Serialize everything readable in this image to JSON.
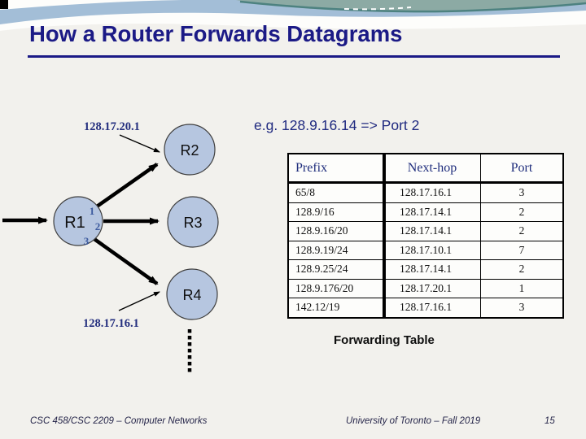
{
  "slide": {
    "title": "How a Router Forwards Datagrams",
    "example_text": "e.g. 128.9.16.14 => Port 2",
    "table_caption": "Forwarding Table"
  },
  "diagram": {
    "routers": {
      "r1": "R1",
      "r2": "R2",
      "r3": "R3",
      "r4": "R4"
    },
    "port_numbers": {
      "p1": "1",
      "p2": "2",
      "p3": "3"
    },
    "ip_label_top": "128.17.20.1",
    "ip_label_bottom": "128.17.16.1"
  },
  "forwarding_table": {
    "headers": [
      "Prefix",
      "Next-hop",
      "Port"
    ],
    "rows": [
      [
        "65/8",
        "128.17.16.1",
        "3"
      ],
      [
        "128.9/16",
        "128.17.14.1",
        "2"
      ],
      [
        "128.9.16/20",
        "128.17.14.1",
        "2"
      ],
      [
        "128.9.19/24",
        "128.17.10.1",
        "7"
      ],
      [
        "128.9.25/24",
        "128.17.14.1",
        "2"
      ],
      [
        "128.9.176/20",
        "128.17.20.1",
        "1"
      ],
      [
        "142.12/19",
        "128.17.16.1",
        "3"
      ]
    ]
  },
  "footer": {
    "left": "CSC 458/CSC 2209 – Computer Networks",
    "center": "University of Toronto – Fall 2019",
    "page_number": "15"
  },
  "colors": {
    "title_navy": "#1b1a86",
    "header_navy": "#1f2d7c",
    "port_blue": "#3c5a9e",
    "node_fill": "#b6c6e0",
    "band_blue": "#a3bed7",
    "band_green": "#8caaa4",
    "band_teal_line": "#4d8280",
    "background": "#f2f1ed"
  }
}
